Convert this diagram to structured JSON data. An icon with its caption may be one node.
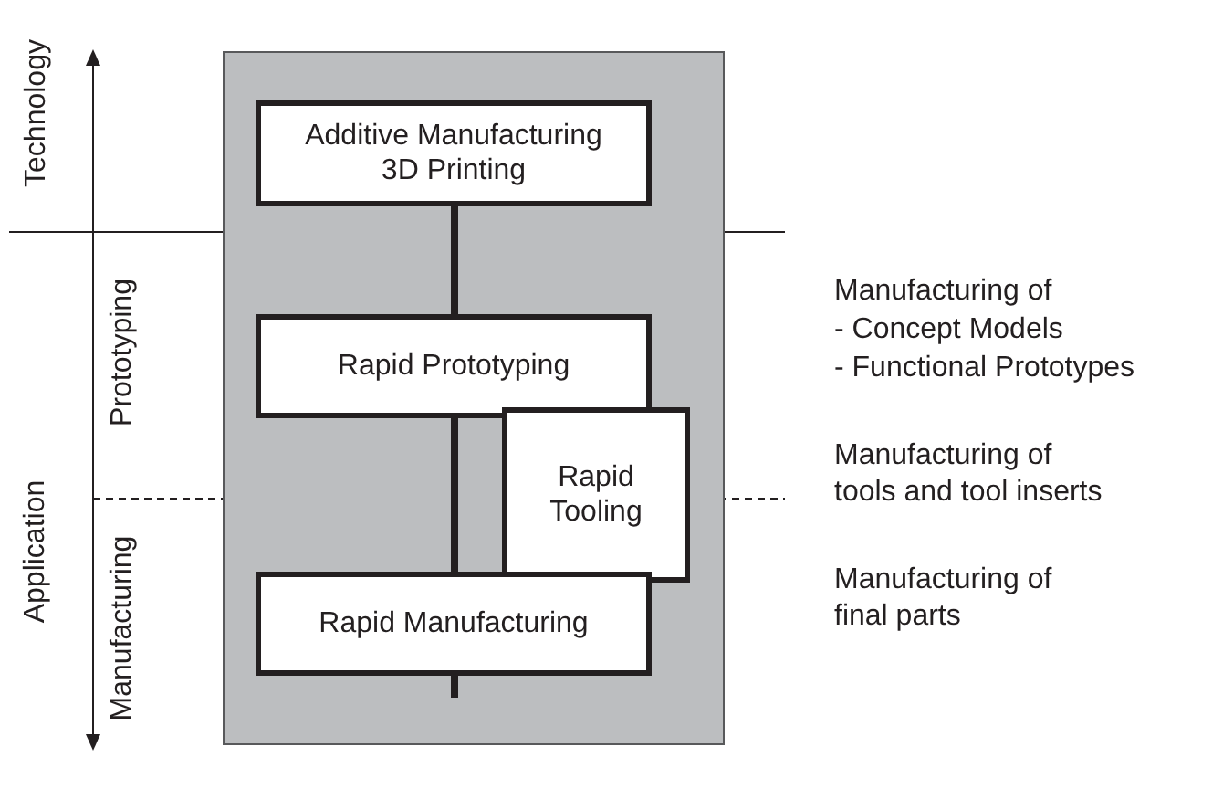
{
  "diagram": {
    "nodes": [
      {
        "text": [],
        "shape": "box"
      },
      {
        "text": [
          "Additive Manufacturing",
          "3D Printing"
        ],
        "in": 0
      },
      {
        "text": [
          "Rapid Prototyping"
        ],
        "in": 0
      },
      {
        "text": [
          "Rapid Tooling"
        ],
        "in": 0
      },
      {
        "text": [
          "Rapid Manufacturing"
        ],
        "in": 0
      }
    ],
    "edges": [
      {
        "from": 1,
        "to": 2,
        "arrow": "none"
      },
      {
        "from": 2,
        "to": 4,
        "arrow": "none"
      },
      {
        "from": 4,
        "to": null,
        "arrow": "none"
      }
    ],
    "labels": [
      "Technology",
      "Prototyping",
      "Application",
      "Manufacturing",
      "Manufacturing of",
      "- Concept Models",
      "- Functional Prototypes",
      "Manufacturing of tools and tool inserts",
      "Manufacturing of final parts"
    ]
  }
}
